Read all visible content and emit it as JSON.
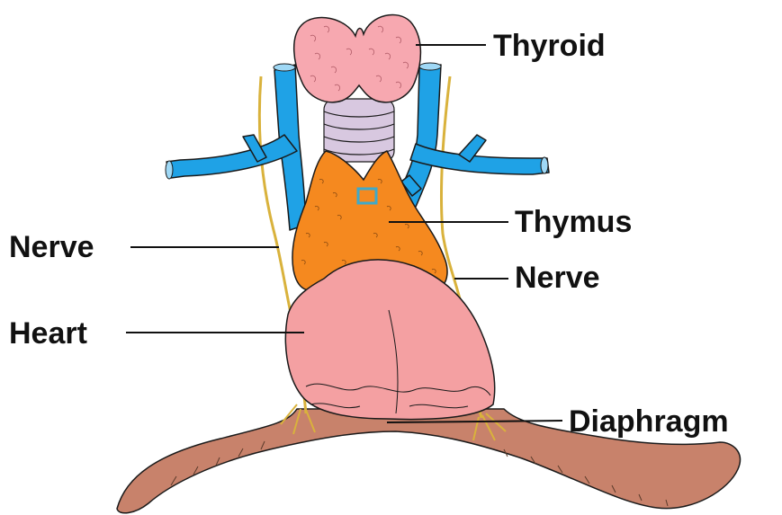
{
  "labels": {
    "thyroid": "Thyroid",
    "thymus": "Thymus",
    "nerve_left": "Nerve",
    "nerve_right": "Nerve",
    "heart": "Heart",
    "diaphragm": "Diaphragm"
  },
  "colors": {
    "thyroid": "#f7a8b0",
    "trachea": "#d8c8e0",
    "vessel": "#1fa2e6",
    "thymus": "#f5891f",
    "heart": "#f4a0a2",
    "diaphragm": "#c8826b",
    "nerve": "#d9b23c",
    "marker": "#3fa9c9",
    "outline": "#1a1a1a",
    "leader_line": "#111111"
  }
}
